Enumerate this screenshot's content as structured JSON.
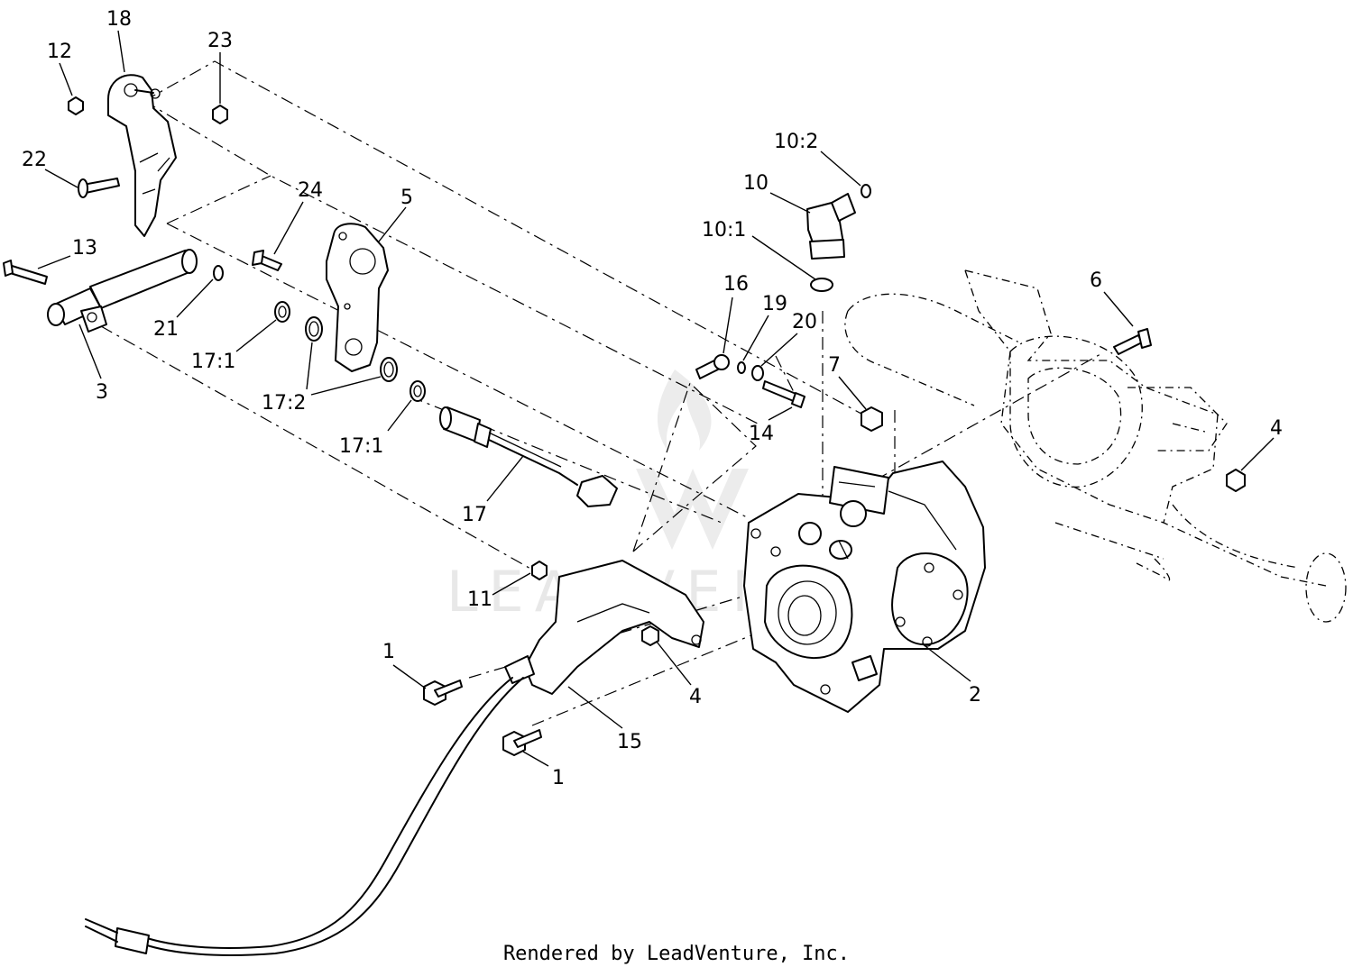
{
  "watermark": {
    "text": "LEADVENTURE"
  },
  "footer": "Rendered by LeadVenture, Inc.",
  "callouts": [
    {
      "id": "c18",
      "label": "18"
    },
    {
      "id": "c12",
      "label": "12"
    },
    {
      "id": "c23",
      "label": "23"
    },
    {
      "id": "c22",
      "label": "22"
    },
    {
      "id": "c13",
      "label": "13"
    },
    {
      "id": "c21",
      "label": "21"
    },
    {
      "id": "c3",
      "label": "3"
    },
    {
      "id": "c24",
      "label": "24"
    },
    {
      "id": "c5",
      "label": "5"
    },
    {
      "id": "c17_1a",
      "label": "17:1"
    },
    {
      "id": "c17_2",
      "label": "17:2"
    },
    {
      "id": "c17_1b",
      "label": "17:1"
    },
    {
      "id": "c17",
      "label": "17"
    },
    {
      "id": "c10_2",
      "label": "10:2"
    },
    {
      "id": "c10",
      "label": "10"
    },
    {
      "id": "c10_1",
      "label": "10:1"
    },
    {
      "id": "c16",
      "label": "16"
    },
    {
      "id": "c19",
      "label": "19"
    },
    {
      "id": "c20",
      "label": "20"
    },
    {
      "id": "c14",
      "label": "14"
    },
    {
      "id": "c7",
      "label": "7"
    },
    {
      "id": "c6",
      "label": "6"
    },
    {
      "id": "c4a",
      "label": "4"
    },
    {
      "id": "c11",
      "label": "11"
    },
    {
      "id": "c1a",
      "label": "1"
    },
    {
      "id": "c4b",
      "label": "4"
    },
    {
      "id": "c2",
      "label": "2"
    },
    {
      "id": "c15",
      "label": "15"
    },
    {
      "id": "c1b",
      "label": "1"
    }
  ]
}
